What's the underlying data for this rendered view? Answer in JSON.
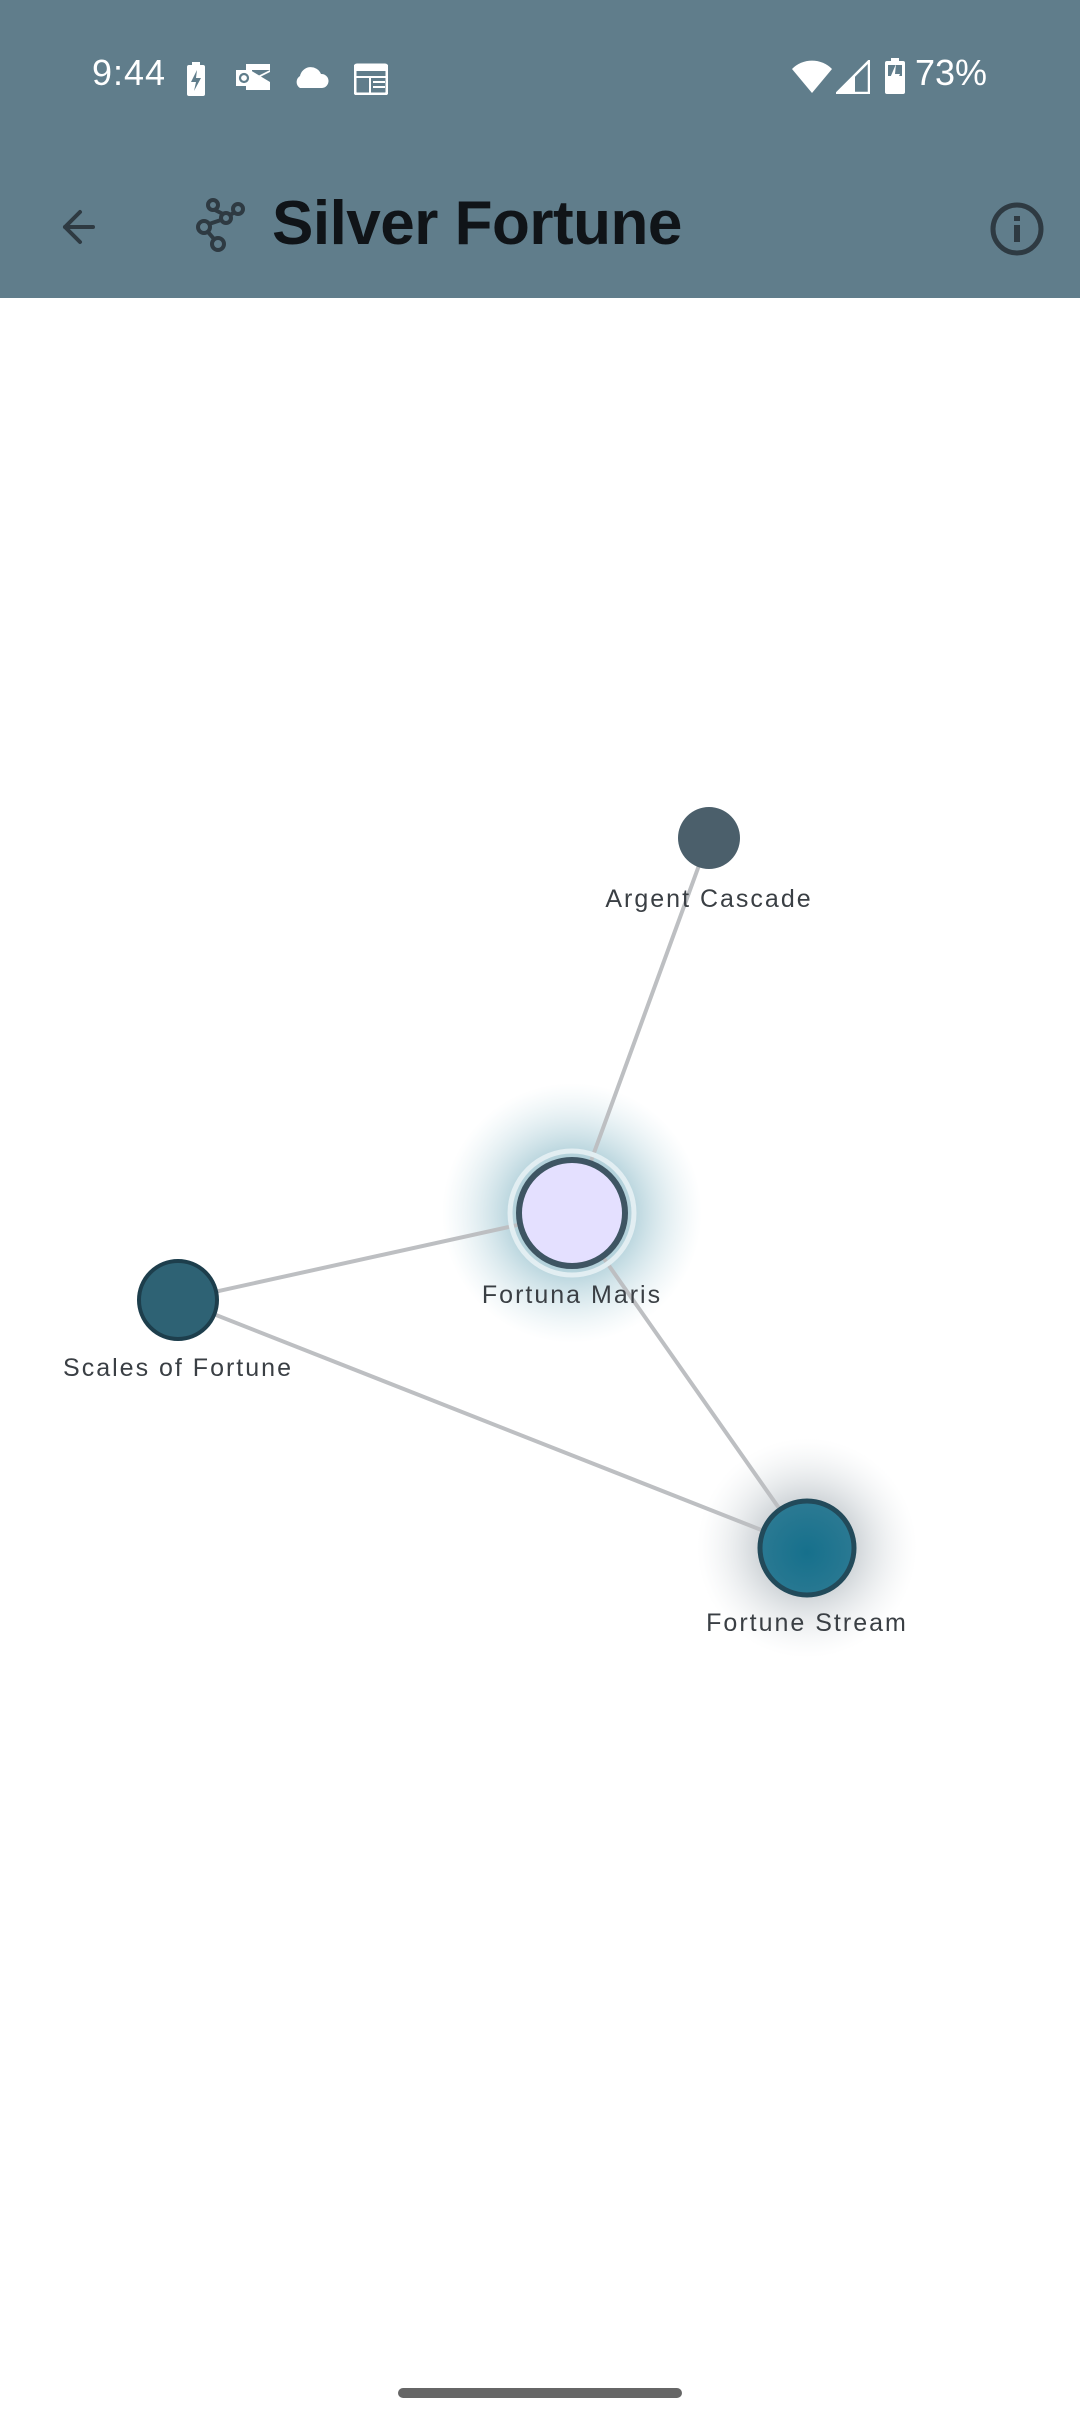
{
  "status_bar": {
    "time": "9:44",
    "battery_percent": "73%",
    "left_icons": [
      "battery-charging-icon",
      "outlook-icon",
      "cloud-icon",
      "news-icon"
    ],
    "right_icons": [
      "wifi-icon",
      "cell-signal-icon",
      "battery-charging-icon"
    ]
  },
  "app_bar": {
    "title": "Silver Fortune",
    "back_icon": "arrow-back-icon",
    "title_icon": "graph-network-icon",
    "info_icon": "info-icon",
    "background": "#607d8b"
  },
  "graph": {
    "nodes": [
      {
        "id": "argent",
        "label": "Argent Cascade",
        "fill": "#4b5f6b",
        "selected": false
      },
      {
        "id": "fortuna",
        "label": "Fortuna Maris",
        "fill": "#e4e0ff",
        "selected": true
      },
      {
        "id": "scales",
        "label": "Scales of Fortune",
        "fill": "#2e6274",
        "selected": false
      },
      {
        "id": "stream",
        "label": "Fortune Stream",
        "fill": "#20718a",
        "selected": false
      }
    ],
    "edges": [
      {
        "from": "argent",
        "to": "fortuna"
      },
      {
        "from": "fortuna",
        "to": "scales"
      },
      {
        "from": "fortuna",
        "to": "stream"
      },
      {
        "from": "scales",
        "to": "stream"
      }
    ],
    "edge_color": "#bdbfc2"
  }
}
